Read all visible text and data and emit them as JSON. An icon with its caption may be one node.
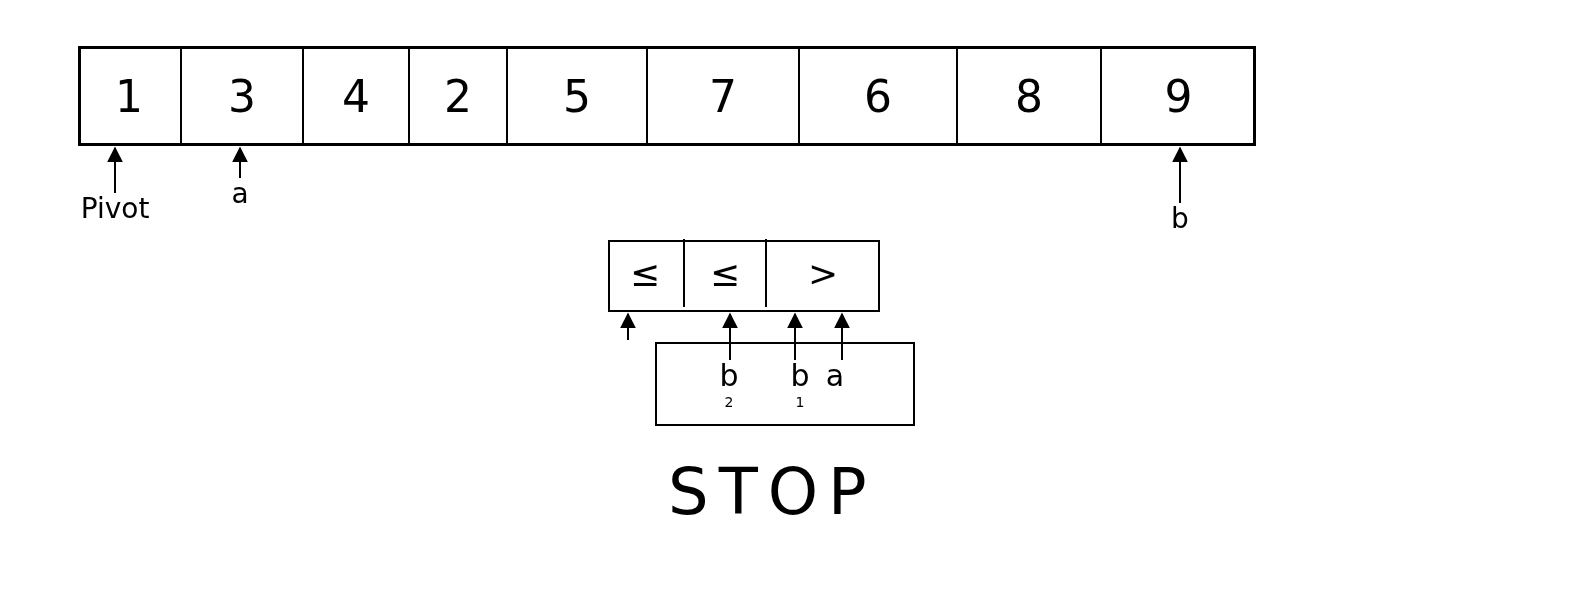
{
  "diagram": {
    "nodes": [
      {
        "text": [],
        "shape": "box"
      },
      {
        "text": [
          "1"
        ],
        "in": 0
      },
      {
        "text": [
          "3"
        ],
        "in": 0
      },
      {
        "text": [
          "4"
        ],
        "in": 0
      },
      {
        "text": [
          "2"
        ],
        "in": 0
      },
      {
        "text": [
          "5"
        ],
        "in": 0
      },
      {
        "text": [
          "7"
        ],
        "in": 0
      },
      {
        "text": [
          "6"
        ],
        "in": 0
      },
      {
        "text": [
          "8"
        ],
        "in": 0
      },
      {
        "text": [
          "9"
        ],
        "in": 0
      },
      {
        "text": [
          "Pivot"
        ]
      },
      {
        "text": [
          "a"
        ]
      },
      {
        "text": [
          "b"
        ]
      },
      {
        "text": [],
        "shape": "box"
      },
      {
        "text": [
          "≤"
        ],
        "in": 13
      },
      {
        "text": [
          "≤"
        ],
        "in": 13
      },
      {
        "text": [
          ">"
        ],
        "in": 13
      },
      {
        "text": [],
        "shape": "box"
      },
      {
        "text": [
          "b"
        ],
        "beside": [
          "2"
        ],
        "in": 17
      },
      {
        "text": [
          "b"
        ],
        "beside": [
          "1"
        ],
        "in": 17
      },
      {
        "text": [
          "a"
        ],
        "in": 17
      }
    ],
    "edges": [
      {
        "from": 10,
        "to": 1,
        "arrow": "to"
      },
      {
        "from": 11,
        "to": 2,
        "arrow": "to"
      },
      {
        "from": 12,
        "to": 9,
        "arrow": "to"
      },
      {
        "from": null,
        "to": 14,
        "arrow": "to"
      },
      {
        "from": 18,
        "to": 15,
        "arrow": "to"
      },
      {
        "from": 19,
        "to": 16,
        "arrow": "to"
      },
      {
        "from": 20,
        "to": 16,
        "arrow": "to"
      }
    ],
    "labels": [
      "STOP"
    ]
  }
}
